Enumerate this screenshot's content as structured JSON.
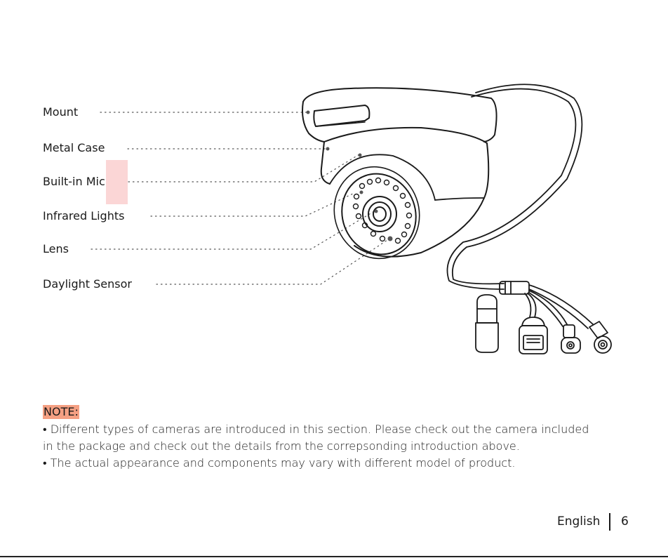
{
  "labels": {
    "mount": "Mount",
    "metal_case": "Metal Case",
    "built_in_mic": "Built-in Mic",
    "infrared_lights": "Infrared Lights",
    "lens": "Lens",
    "daylight_sensor": "Daylight Sensor"
  },
  "note": {
    "title": "NOTE:",
    "line1": "• Different types of cameras are introduced in this section. Please check out the camera included",
    "line2": "in the package and check out the details from the correpsonding introduction above.",
    "line3": "• The actual appearance and components may vary with different model of product."
  },
  "footer": {
    "language": "English",
    "page": "6"
  },
  "colors": {
    "highlight": "#f9c8c8",
    "note_highlight": "#f5a083"
  }
}
